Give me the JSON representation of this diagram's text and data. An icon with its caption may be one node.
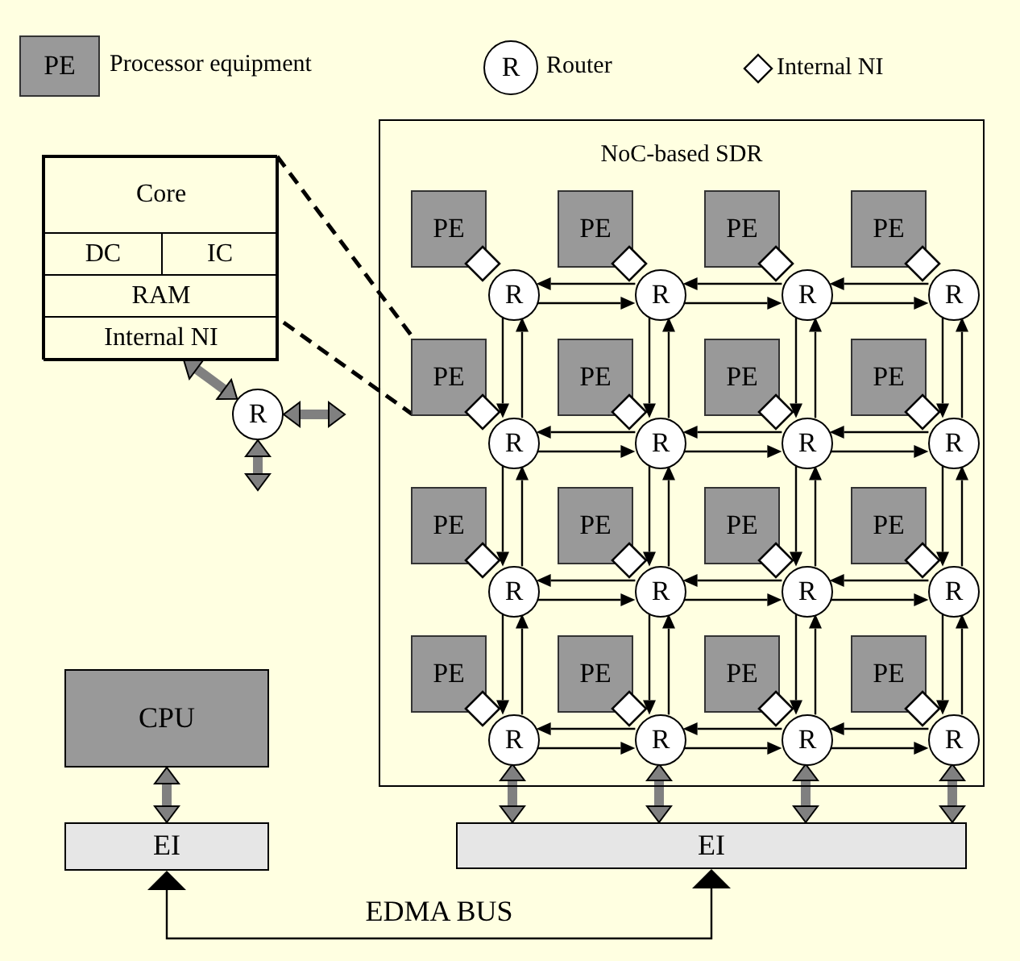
{
  "diagram": {
    "nodes": [
      {
        "text": [
          "NoC-based SDR"
        ]
      },
      {
        "text": [
          "PE"
        ],
        "in": 0
      },
      {
        "text": [
          "PE"
        ],
        "in": 0
      },
      {
        "text": [
          "PE"
        ],
        "in": 0
      },
      {
        "text": [
          "PE"
        ],
        "in": 0
      },
      {
        "text": [
          "PE"
        ],
        "in": 0
      },
      {
        "text": [
          "PE"
        ],
        "in": 0
      },
      {
        "text": [
          "PE"
        ],
        "in": 0
      },
      {
        "text": [
          "PE"
        ],
        "in": 0
      },
      {
        "text": [
          "PE"
        ],
        "in": 0
      },
      {
        "text": [
          "PE"
        ],
        "in": 0
      },
      {
        "text": [
          "PE"
        ],
        "in": 0
      },
      {
        "text": [
          "PE"
        ],
        "in": 0
      },
      {
        "text": [
          "PE"
        ],
        "in": 0
      },
      {
        "text": [
          "PE"
        ],
        "in": 0
      },
      {
        "text": [
          "PE"
        ],
        "in": 0
      },
      {
        "text": [
          "PE"
        ],
        "in": 0
      },
      {
        "text": [],
        "shape": "diamond",
        "in": 0
      },
      {
        "text": [],
        "shape": "diamond",
        "in": 0
      },
      {
        "text": [],
        "shape": "diamond",
        "in": 0
      },
      {
        "text": [],
        "shape": "diamond",
        "in": 0
      },
      {
        "text": [],
        "shape": "diamond",
        "in": 0
      },
      {
        "text": [],
        "shape": "diamond",
        "in": 0
      },
      {
        "text": [],
        "shape": "diamond",
        "in": 0
      },
      {
        "text": [],
        "shape": "diamond",
        "in": 0
      },
      {
        "text": [],
        "shape": "diamond",
        "in": 0
      },
      {
        "text": [],
        "shape": "diamond",
        "in": 0
      },
      {
        "text": [],
        "shape": "diamond",
        "in": 0
      },
      {
        "text": [],
        "shape": "diamond",
        "in": 0
      },
      {
        "text": [],
        "shape": "diamond",
        "in": 0
      },
      {
        "text": [],
        "shape": "diamond",
        "in": 0
      },
      {
        "text": [],
        "shape": "diamond",
        "in": 0
      },
      {
        "text": [],
        "shape": "diamond",
        "in": 0
      },
      {
        "text": [
          "R"
        ],
        "in": 0
      },
      {
        "text": [
          "R"
        ],
        "in": 0
      },
      {
        "text": [
          "R"
        ],
        "in": 0
      },
      {
        "text": [
          "R"
        ],
        "in": 0
      },
      {
        "text": [
          "R"
        ],
        "in": 0
      },
      {
        "text": [
          "R"
        ],
        "in": 0
      },
      {
        "text": [
          "R"
        ],
        "in": 0
      },
      {
        "text": [
          "R"
        ],
        "in": 0
      },
      {
        "text": [
          "R"
        ],
        "in": 0
      },
      {
        "text": [
          "R"
        ],
        "in": 0
      },
      {
        "text": [
          "R"
        ],
        "in": 0
      },
      {
        "text": [
          "R"
        ],
        "in": 0
      },
      {
        "text": [
          "R"
        ],
        "in": 0
      },
      {
        "text": [
          "R"
        ],
        "in": 0
      },
      {
        "text": [
          "R"
        ],
        "in": 0
      },
      {
        "text": [
          "R"
        ],
        "in": 0
      },
      {
        "text": [],
        "shape": "box"
      },
      {
        "text": [
          "Core"
        ],
        "in": 49
      },
      {
        "text": [
          "DC"
        ],
        "in": 49
      },
      {
        "text": [
          "IC"
        ],
        "in": 49
      },
      {
        "text": [
          "RAM"
        ],
        "in": 49
      },
      {
        "text": [
          "Internal NI"
        ],
        "in": 49
      },
      {
        "text": [
          "R"
        ]
      },
      {
        "text": [
          "CPU"
        ]
      },
      {
        "text": [
          "EI"
        ]
      },
      {
        "text": [
          "EI"
        ]
      }
    ],
    "edges": [
      {
        "from": 34,
        "to": 33,
        "arrow": "to"
      },
      {
        "from": 33,
        "to": 34,
        "arrow": "to"
      },
      {
        "from": 35,
        "to": 34,
        "arrow": "to"
      },
      {
        "from": 34,
        "to": 35,
        "arrow": "to"
      },
      {
        "from": 36,
        "to": 35,
        "arrow": "to"
      },
      {
        "from": 35,
        "to": 36,
        "arrow": "to"
      },
      {
        "from": 38,
        "to": 37,
        "arrow": "to"
      },
      {
        "from": 37,
        "to": 38,
        "arrow": "to"
      },
      {
        "from": 39,
        "to": 38,
        "arrow": "to"
      },
      {
        "from": 38,
        "to": 39,
        "arrow": "to"
      },
      {
        "from": 40,
        "to": 39,
        "arrow": "to"
      },
      {
        "from": 39,
        "to": 40,
        "arrow": "to"
      },
      {
        "from": 42,
        "to": 41,
        "arrow": "to"
      },
      {
        "from": 41,
        "to": 42,
        "arrow": "to"
      },
      {
        "from": 43,
        "to": 42,
        "arrow": "to"
      },
      {
        "from": 42,
        "to": 43,
        "arrow": "to"
      },
      {
        "from": 44,
        "to": 43,
        "arrow": "to"
      },
      {
        "from": 43,
        "to": 44,
        "arrow": "to"
      },
      {
        "from": 46,
        "to": 45,
        "arrow": "to"
      },
      {
        "from": 45,
        "to": 46,
        "arrow": "to"
      },
      {
        "from": 47,
        "to": 46,
        "arrow": "to"
      },
      {
        "from": 46,
        "to": 47,
        "arrow": "to"
      },
      {
        "from": 48,
        "to": 47,
        "arrow": "to"
      },
      {
        "from": 47,
        "to": 48,
        "arrow": "to"
      },
      {
        "from": 33,
        "to": 37,
        "arrow": "to"
      },
      {
        "from": 37,
        "to": 33,
        "arrow": "to"
      },
      {
        "from": 37,
        "to": 41,
        "arrow": "to"
      },
      {
        "from": 41,
        "to": 37,
        "arrow": "to"
      },
      {
        "from": 41,
        "to": 45,
        "arrow": "to"
      },
      {
        "from": 45,
        "to": 41,
        "arrow": "to"
      },
      {
        "from": 34,
        "to": 38,
        "arrow": "to"
      },
      {
        "from": 38,
        "to": 34,
        "arrow": "to"
      },
      {
        "from": 38,
        "to": 42,
        "arrow": "to"
      },
      {
        "from": 42,
        "to": 38,
        "arrow": "to"
      },
      {
        "from": 42,
        "to": 46,
        "arrow": "to"
      },
      {
        "from": 46,
        "to": 42,
        "arrow": "to"
      },
      {
        "from": 35,
        "to": 39,
        "arrow": "to"
      },
      {
        "from": 39,
        "to": 35,
        "arrow": "to"
      },
      {
        "from": 39,
        "to": 43,
        "arrow": "to"
      },
      {
        "from": 43,
        "to": 39,
        "arrow": "to"
      },
      {
        "from": 43,
        "to": 47,
        "arrow": "to"
      },
      {
        "from": 47,
        "to": 43,
        "arrow": "to"
      },
      {
        "from": 36,
        "to": 40,
        "arrow": "to"
      },
      {
        "from": 40,
        "to": 36,
        "arrow": "to"
      },
      {
        "from": 40,
        "to": 44,
        "arrow": "to"
      },
      {
        "from": 44,
        "to": 40,
        "arrow": "to"
      },
      {
        "from": 44,
        "to": 48,
        "arrow": "to"
      },
      {
        "from": 48,
        "to": 44,
        "arrow": "to"
      },
      {
        "from": 49,
        "to": 5,
        "arrow": "none",
        "style": "dashed"
      },
      {
        "from": 49,
        "to": 5,
        "arrow": "none",
        "style": "dashed"
      },
      {
        "from": 54,
        "to": 55,
        "arrow": "both",
        "style": "thick",
        "color": "#808080"
      },
      {
        "from": 55,
        "to": null,
        "arrow": "both",
        "style": "thick",
        "color": "#808080"
      },
      {
        "from": 55,
        "to": null,
        "arrow": "both",
        "style": "thick",
        "color": "#808080"
      },
      {
        "from": 56,
        "to": 57,
        "arrow": "both",
        "style": "thick",
        "color": "#808080"
      },
      {
        "from": 45,
        "to": 58,
        "arrow": "both",
        "style": "thick",
        "color": "#808080"
      },
      {
        "from": 46,
        "to": 58,
        "arrow": "both",
        "style": "thick",
        "color": "#808080"
      },
      {
        "from": 47,
        "to": 58,
        "arrow": "both",
        "style": "thick",
        "color": "#808080"
      },
      {
        "from": 48,
        "to": 58,
        "arrow": "both",
        "style": "thick",
        "color": "#808080"
      },
      {
        "from": 57,
        "to": 58,
        "arrow": "both",
        "label": "EDMA BUS"
      }
    ],
    "labels": [
      "PE",
      "R"
    ],
    "legend": [
      {
        "text": "Processor equipment",
        "color": "#999999"
      },
      {
        "text": "Router"
      },
      {
        "text": "Internal NI"
      }
    ]
  }
}
